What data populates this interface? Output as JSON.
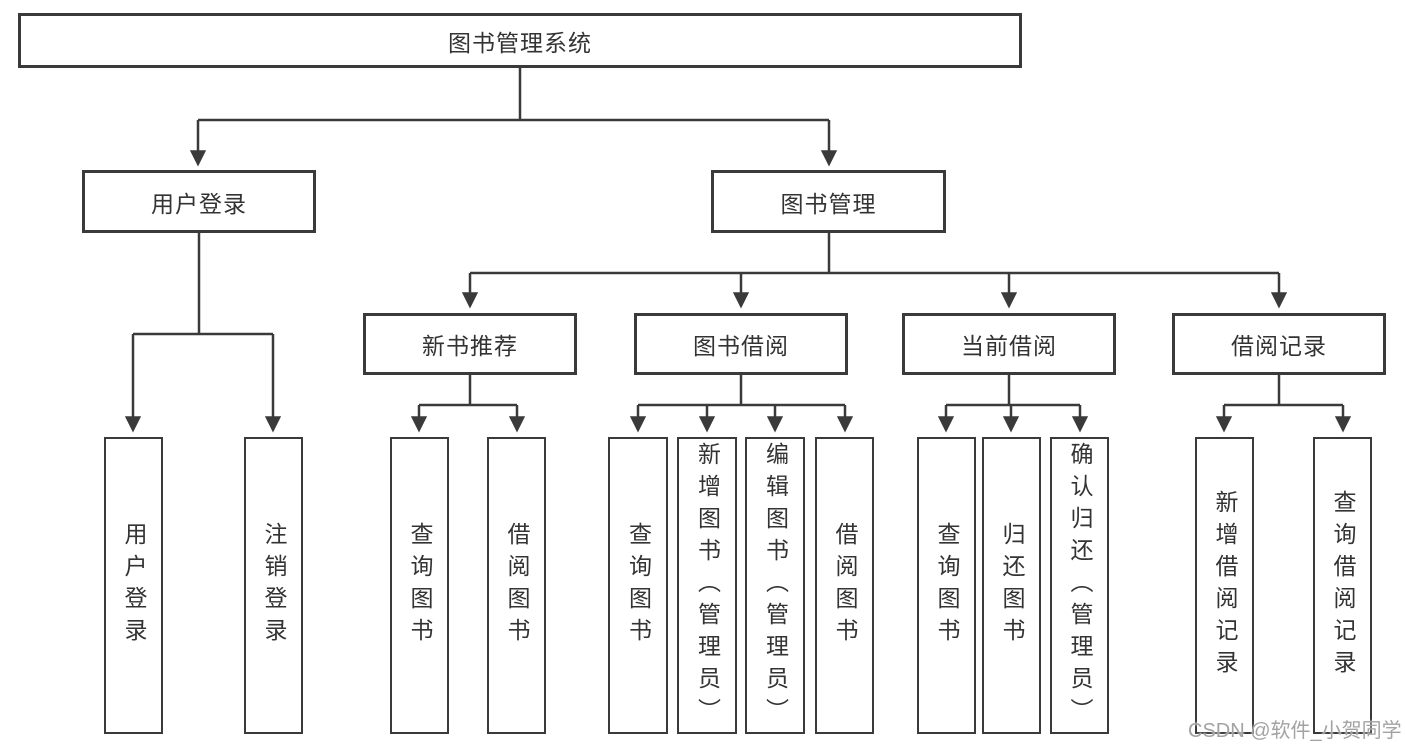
{
  "diagram": {
    "title": "图书管理系统",
    "tree": {
      "label": "图书管理系统",
      "children": [
        {
          "label": "用户登录",
          "children": [
            {
              "label": "用户登录"
            },
            {
              "label": "注销登录"
            }
          ]
        },
        {
          "label": "图书管理",
          "children": [
            {
              "label": "新书推荐",
              "children": [
                {
                  "label": "查询图书"
                },
                {
                  "label": "借阅图书"
                }
              ]
            },
            {
              "label": "图书借阅",
              "children": [
                {
                  "label": "查询图书"
                },
                {
                  "label": "新增图书（管理员）"
                },
                {
                  "label": "编辑图书（管理员）"
                },
                {
                  "label": "借阅图书"
                }
              ]
            },
            {
              "label": "当前借阅",
              "children": [
                {
                  "label": "查询图书"
                },
                {
                  "label": "归还图书"
                },
                {
                  "label": "确认归还（管理员）"
                }
              ]
            },
            {
              "label": "借阅记录",
              "children": [
                {
                  "label": "新增借阅记录"
                },
                {
                  "label": "查询借阅记录"
                }
              ]
            }
          ]
        }
      ]
    },
    "line_color": "#3a3a3a",
    "text_color": "#333333"
  },
  "watermark": "CSDN @软件_小贺同学"
}
